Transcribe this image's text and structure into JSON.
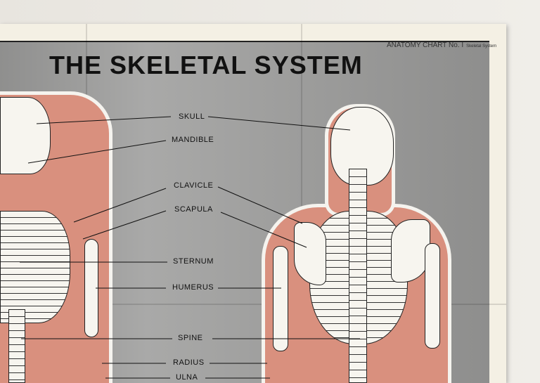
{
  "poster": {
    "title": "THE SKELETAL SYSTEM",
    "chart_number": "ANATOMY CHART No. I",
    "chart_subtitle": "Skeletal System",
    "labels": [
      "SKULL",
      "MANDIBLE",
      "CLAVICLE",
      "SCAPULA",
      "STERNUM",
      "HUMERUS",
      "SPINE",
      "RADIUS",
      "ULNA"
    ],
    "colors": {
      "background": "#9d9d9c",
      "body": "#d9907e",
      "bone": "#f7f5ef",
      "paper": "#f4f0e4"
    }
  }
}
